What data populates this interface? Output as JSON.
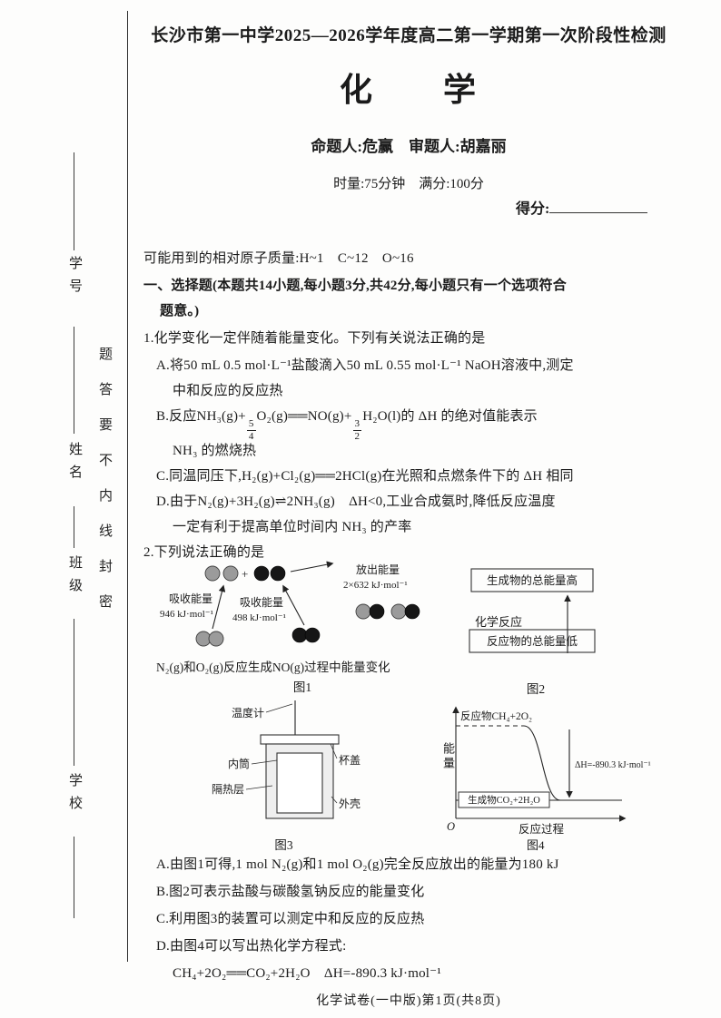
{
  "margin": {
    "field_student_id": "学号",
    "field_name": "姓名",
    "field_class": "班级",
    "field_school": "学校",
    "seal_text": "密封线内不要答题"
  },
  "header": {
    "exam_title": "长沙市第一中学2025—2026学年度高二第一学期第一次阶段性检测",
    "subject": "化　　学",
    "examiners": "命题人:危赢　审题人:胡嘉丽",
    "duration_score": "时量:75分钟　满分:100分",
    "score_label": "得分:"
  },
  "intro": {
    "atomic_masses": "可能用到的相对原子质量:H~1　C~12　O~16",
    "section_title_line1": "一、选择题(本题共14小题,每小题3分,共42分,每小题只有一个选项符合",
    "section_title_line2": "题意。)"
  },
  "q1": {
    "stem": "1.化学变化一定伴随着能量变化。下列有关说法正确的是",
    "a_line1": "A.将50 mL 0.5 mol·L⁻¹盐酸滴入50 mL 0.55 mol·L⁻¹ NaOH溶液中,测定",
    "a_line2": "中和反应的反应热",
    "b_pre": "B.反应NH₃(g)+",
    "b_frac1_num": "5",
    "b_frac1_den": "4",
    "b_mid": "O₂(g)══NO(g)+",
    "b_frac2_num": "3",
    "b_frac2_den": "2",
    "b_post": "H₂O(l)的 ΔH 的绝对值能表示",
    "b_line2": "NH₃ 的燃烧热",
    "c_line": "C.同温同压下,H₂(g)+Cl₂(g)══2HCl(g)在光照和点燃条件下的 ΔH 相同",
    "d_line1": "D.由于N₂(g)+3H₂(g)⇌2NH₃(g)　ΔH<0,工业合成氨时,降低反应温度",
    "d_line2": "一定有利于提高单位时间内 NH₃ 的产率"
  },
  "q2": {
    "stem": "2.下列说法正确的是",
    "a": "A.由图1可得,1 mol N₂(g)和1 mol O₂(g)完全反应放出的能量为180 kJ",
    "b": "B.图2可表示盐酸与碳酸氢钠反应的能量变化",
    "c": "C.利用图3的装置可以测定中和反应的反应热",
    "d": "D.由图4可以写出热化学方程式:",
    "d_equation": "CH₄+2O₂══CO₂+2H₂O　ΔH=-890.3 kJ·mol⁻¹"
  },
  "fig1": {
    "plus": "+",
    "absorb1_label": "吸收能量",
    "absorb1_value": "946 kJ·mol⁻¹",
    "absorb2_label": "吸收能量",
    "absorb2_value": "498 kJ·mol⁻¹",
    "release_label": "放出能量",
    "release_value": "2×632 kJ·mol⁻¹",
    "caption_text": "N₂(g)和O₂(g)反应生成NO(g)过程中能量变化",
    "caption": "图1"
  },
  "fig2": {
    "top_box": "生成物的总能量高",
    "middle_label": "化学反应",
    "bottom_box": "反应物的总能量低",
    "caption": "图2"
  },
  "fig3": {
    "label_thermometer": "温度计",
    "label_inner": "内筒",
    "label_insulation": "隔热层",
    "label_lid": "杯盖",
    "label_shell": "外壳",
    "caption": "图3"
  },
  "fig4": {
    "ylabel": "能量",
    "origin": "O",
    "xlabel": "反应过程",
    "reactant_label": "反应物CH₄+2O₂",
    "product_label": "生成物CO₂+2H₂O",
    "delta_h": "ΔH=-890.3 kJ·mol⁻¹",
    "caption": "图4"
  },
  "footer": "化学试卷(一中版)第1页(共8页)"
}
